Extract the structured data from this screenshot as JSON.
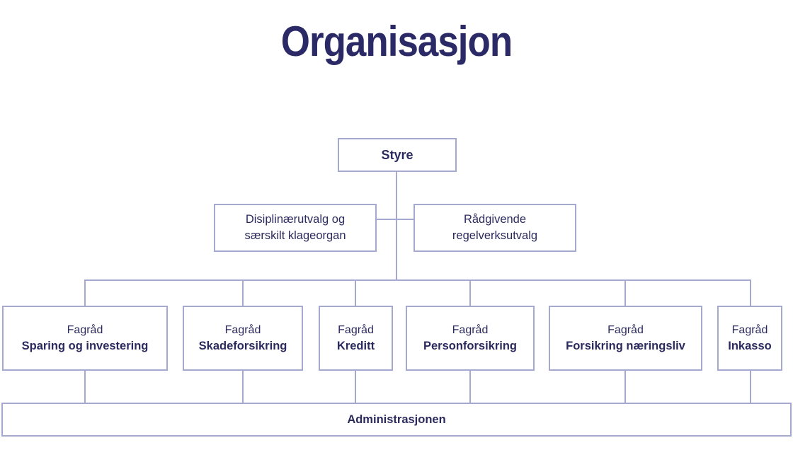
{
  "title": "Organisasjon",
  "colors": {
    "background": "#ffffff",
    "box_border": "#a5a9cf",
    "connector": "#a5a9cf",
    "text": "#2b2a5e",
    "title_text": "#2b2a66"
  },
  "nodes": {
    "styre": {
      "label": "Styre"
    },
    "disiplinaerutvalg": {
      "line1": "Disiplinærutvalg og",
      "line2": "særskilt klageorgan"
    },
    "raadgivende": {
      "line1": "Rådgivende",
      "line2": "regelverksutvalg"
    },
    "fagraad": [
      {
        "line1": "Fagråd",
        "line2": "Sparing og investering"
      },
      {
        "line1": "Fagråd",
        "line2": "Skadeforsikring"
      },
      {
        "line1": "Fagråd",
        "line2": "Kreditt"
      },
      {
        "line1": "Fagråd",
        "line2": "Personforsikring"
      },
      {
        "line1": "Fagråd",
        "line2": "Forsikring næringsliv"
      },
      {
        "line1": "Fagråd",
        "line2": "Inkasso"
      }
    ],
    "administrasjonen": {
      "label": "Administrasjonen"
    }
  }
}
